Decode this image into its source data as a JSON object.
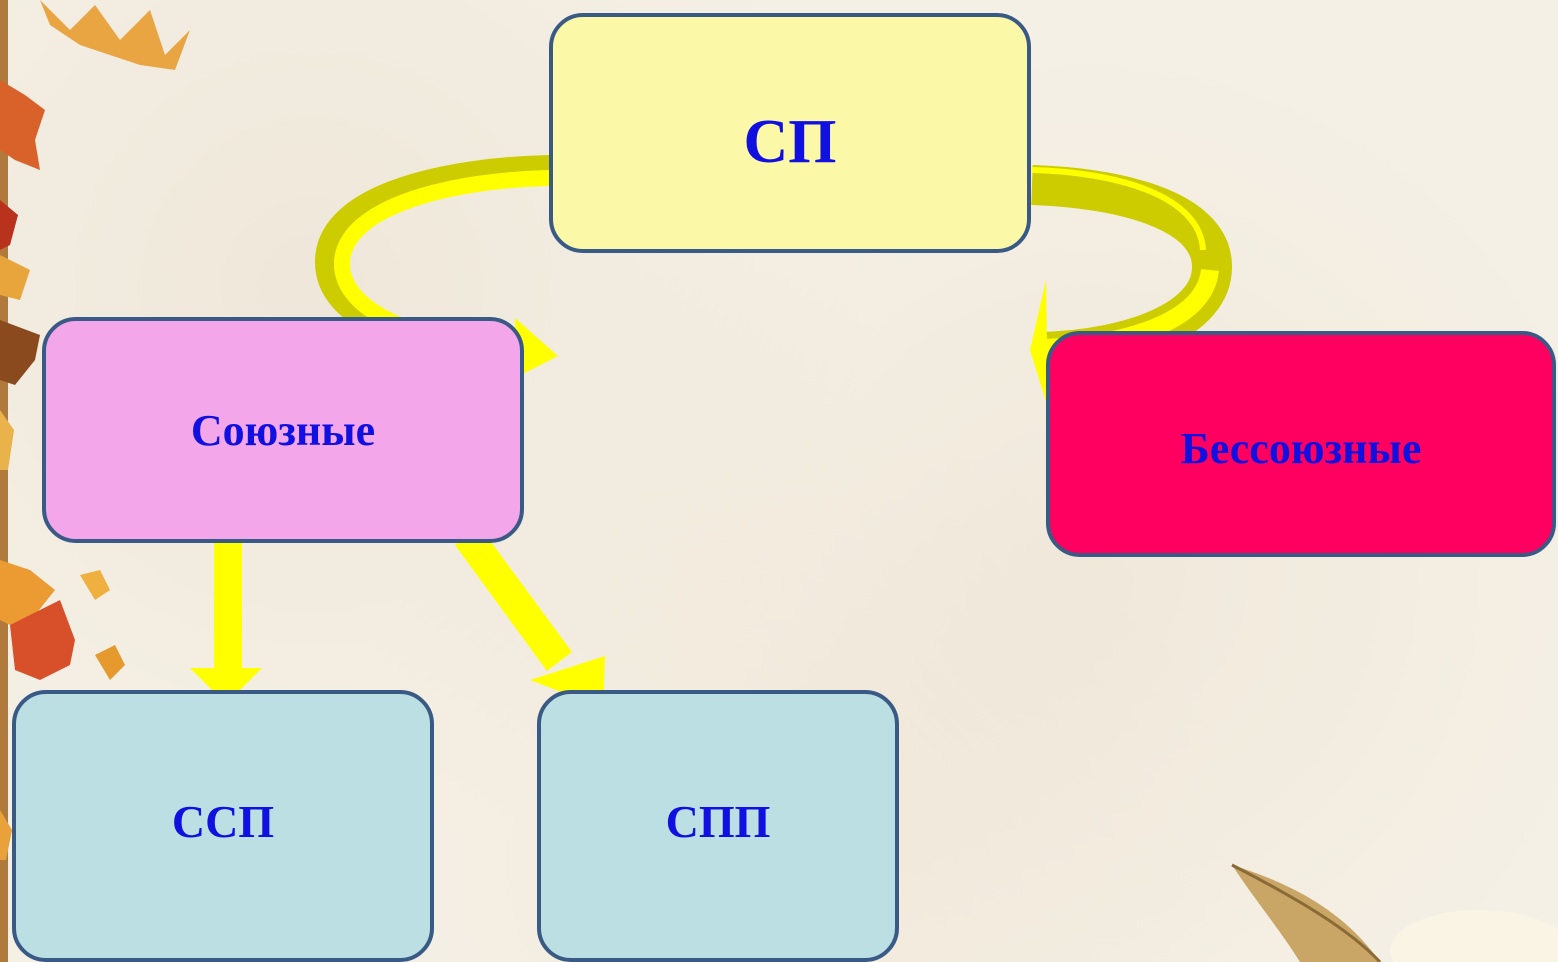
{
  "diagram": {
    "root": {
      "label": "СП"
    },
    "left_branch": {
      "label": "Союзные"
    },
    "right_branch": {
      "label": "Бессоюзные"
    },
    "children": [
      {
        "label": "ССП"
      },
      {
        "label": "СПП"
      }
    ]
  },
  "colors": {
    "text": "#1010e0",
    "border": "#3a5a86",
    "root_fill": "#fbf9a8",
    "left_fill": "#f3a6ea",
    "right_fill": "#ff0060",
    "child_fill": "#bbdfe2",
    "arrow_fill": "#ffff00",
    "arrow_shadow": "#cccc00"
  }
}
